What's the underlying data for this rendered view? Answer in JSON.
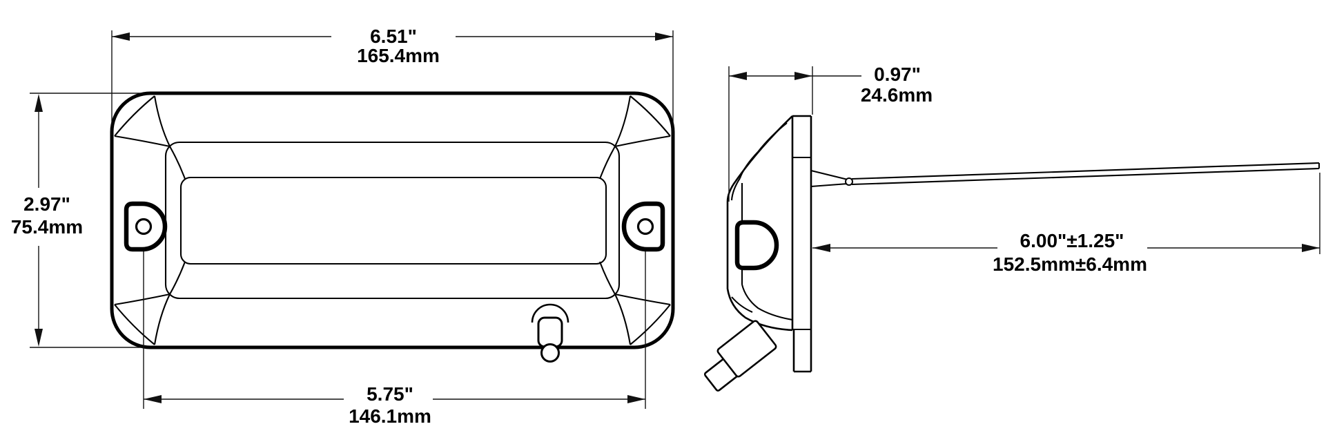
{
  "drawing_title": "dual-view dimensioned light fixture drawing",
  "colors": {
    "background": "#ffffff",
    "line": "#000000",
    "dimension_line": "#111111"
  },
  "dimensions": {
    "width": {
      "inches": "6.51\"",
      "mm": "165.4mm"
    },
    "height": {
      "inches": "2.97\"",
      "mm": "75.4mm"
    },
    "mounting_spacing": {
      "inches": "5.75\"",
      "mm": "146.1mm"
    },
    "depth": {
      "inches": "0.97\"",
      "mm": "24.6mm"
    },
    "wire_length": {
      "inches": "6.00\"±1.25\"",
      "mm": "152.5mm±6.4mm"
    }
  }
}
